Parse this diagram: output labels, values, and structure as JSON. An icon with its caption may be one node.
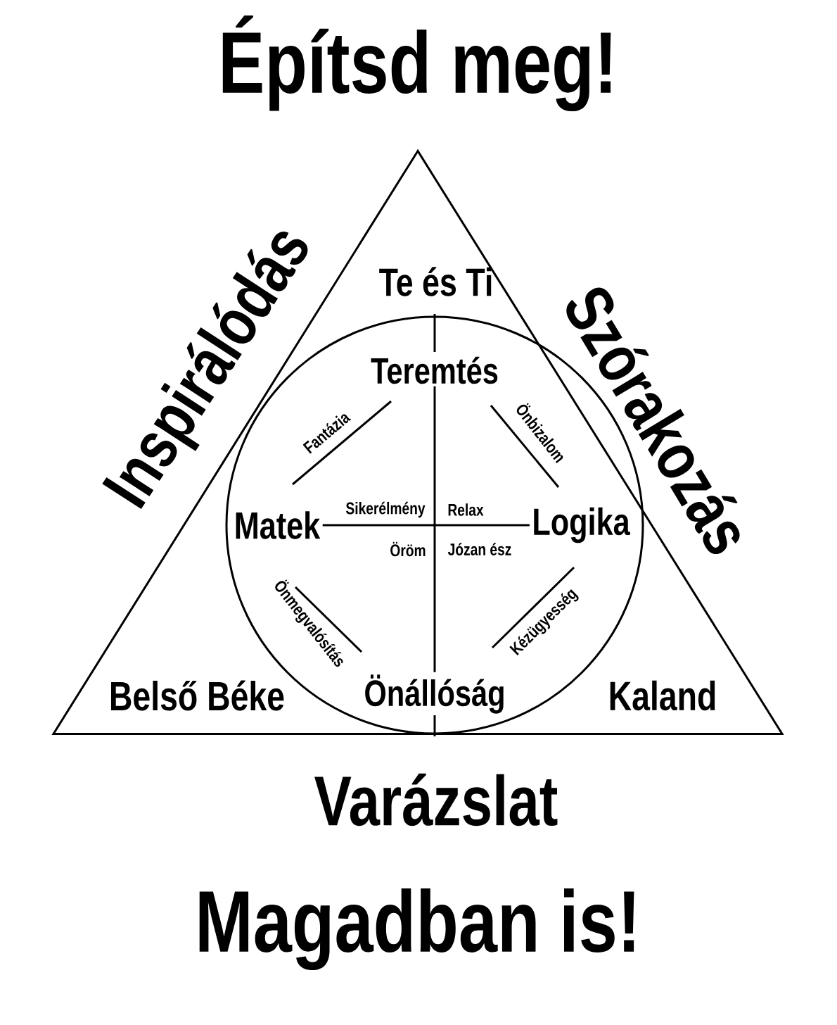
{
  "diagram": {
    "title": "Építsd meg!",
    "caption": "Magadban is!",
    "nodes": [
      {
        "text": [],
        "shape": "triangle"
      },
      {
        "text": [],
        "shape": "circle",
        "in": 0
      },
      {
        "text": [
          "Teremtés"
        ],
        "in": 1
      },
      {
        "text": [
          "Matek"
        ],
        "in": 1
      },
      {
        "text": [
          "Logika"
        ],
        "in": 1
      },
      {
        "text": [
          "Önállóság"
        ],
        "in": 1
      }
    ],
    "edges": [
      {
        "from": 2,
        "to": 5,
        "arrow": "none"
      },
      {
        "from": 3,
        "to": 4,
        "arrow": "none"
      }
    ],
    "labels": [
      "Inspirálódás",
      "Te és Ti",
      "Szórakozás",
      "Fantázia",
      "Önbizalom",
      "Sikerélmény",
      "Relax",
      "Öröm",
      "Józan ész",
      "Önmegvalósítás",
      "Kézügyesség",
      "Belső Béke",
      "Kaland",
      "Varázslat"
    ]
  }
}
